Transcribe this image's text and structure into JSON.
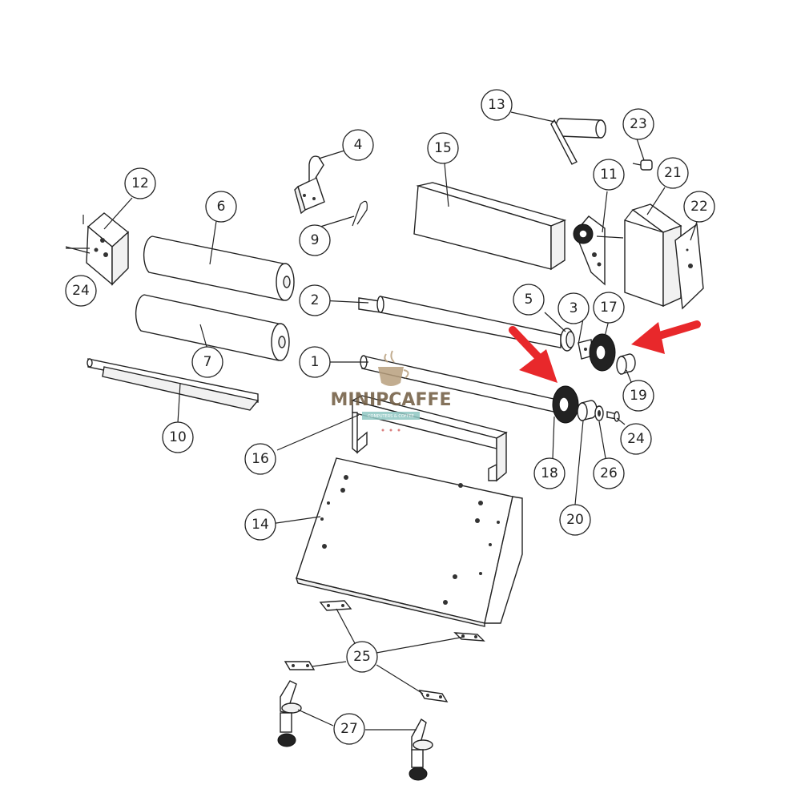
{
  "diagram": {
    "callouts": [
      {
        "id": "c1",
        "label": "1"
      },
      {
        "id": "c2",
        "label": "2"
      },
      {
        "id": "c3",
        "label": "3"
      },
      {
        "id": "c4",
        "label": "4"
      },
      {
        "id": "c5",
        "label": "5"
      },
      {
        "id": "c6",
        "label": "6"
      },
      {
        "id": "c7",
        "label": "7"
      },
      {
        "id": "c9",
        "label": "9"
      },
      {
        "id": "c10",
        "label": "10"
      },
      {
        "id": "c11",
        "label": "11"
      },
      {
        "id": "c12",
        "label": "12"
      },
      {
        "id": "c13",
        "label": "13"
      },
      {
        "id": "c14",
        "label": "14"
      },
      {
        "id": "c15",
        "label": "15"
      },
      {
        "id": "c16",
        "label": "16"
      },
      {
        "id": "c17",
        "label": "17"
      },
      {
        "id": "c18",
        "label": "18"
      },
      {
        "id": "c19",
        "label": "19"
      },
      {
        "id": "c20",
        "label": "20"
      },
      {
        "id": "c21",
        "label": "21"
      },
      {
        "id": "c22",
        "label": "22"
      },
      {
        "id": "c23",
        "label": "23"
      },
      {
        "id": "c24a",
        "label": "24"
      },
      {
        "id": "c24b",
        "label": "24"
      },
      {
        "id": "c25",
        "label": "25"
      },
      {
        "id": "c26",
        "label": "26"
      },
      {
        "id": "c27",
        "label": "27"
      }
    ],
    "highlight_color": "#e8282b"
  },
  "watermark": {
    "brand": "MINIPCAFFE",
    "tagline": "COMPUTERS & COFFEE"
  }
}
